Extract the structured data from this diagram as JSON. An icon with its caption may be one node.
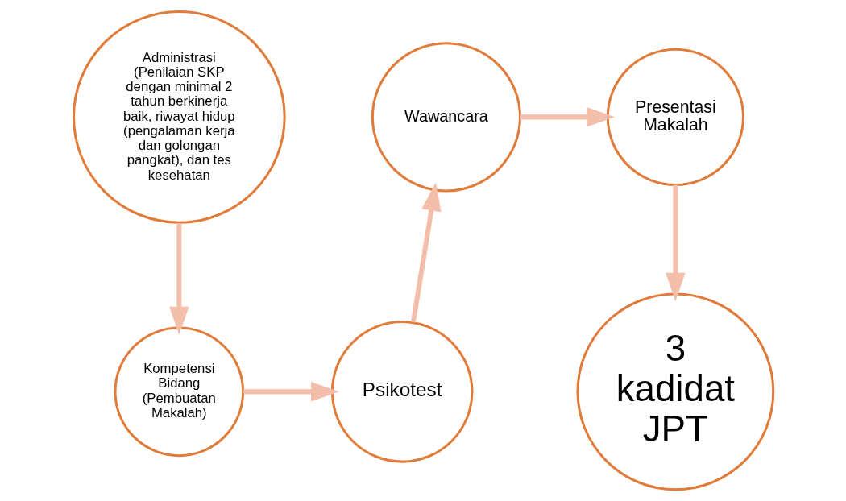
{
  "diagram": {
    "nodes": [
      {
        "text": [
          "Administrasi (Penilaian SKP dengan minimal 2 tahun berkinerja baik, riwayat hidup (pengalaman kerja dan golongan pangkat), dan tes kesehatan"
        ]
      },
      {
        "text": [
          "Kompetensi Bidang (Pembuatan Makalah)"
        ]
      },
      {
        "text": [
          "Psikotest"
        ]
      },
      {
        "text": [
          "Wawancara"
        ]
      },
      {
        "text": [
          "Presentasi Makalah"
        ]
      },
      {
        "text": [
          "3 kadidat JPT"
        ]
      }
    ],
    "edges": [
      {
        "from": 0,
        "to": 1,
        "arrow": "to"
      },
      {
        "from": 1,
        "to": 2,
        "arrow": "to"
      },
      {
        "from": 2,
        "to": 3,
        "arrow": "to"
      },
      {
        "from": 3,
        "to": 4,
        "arrow": "to"
      },
      {
        "from": 4,
        "to": 5,
        "arrow": "to"
      }
    ]
  }
}
